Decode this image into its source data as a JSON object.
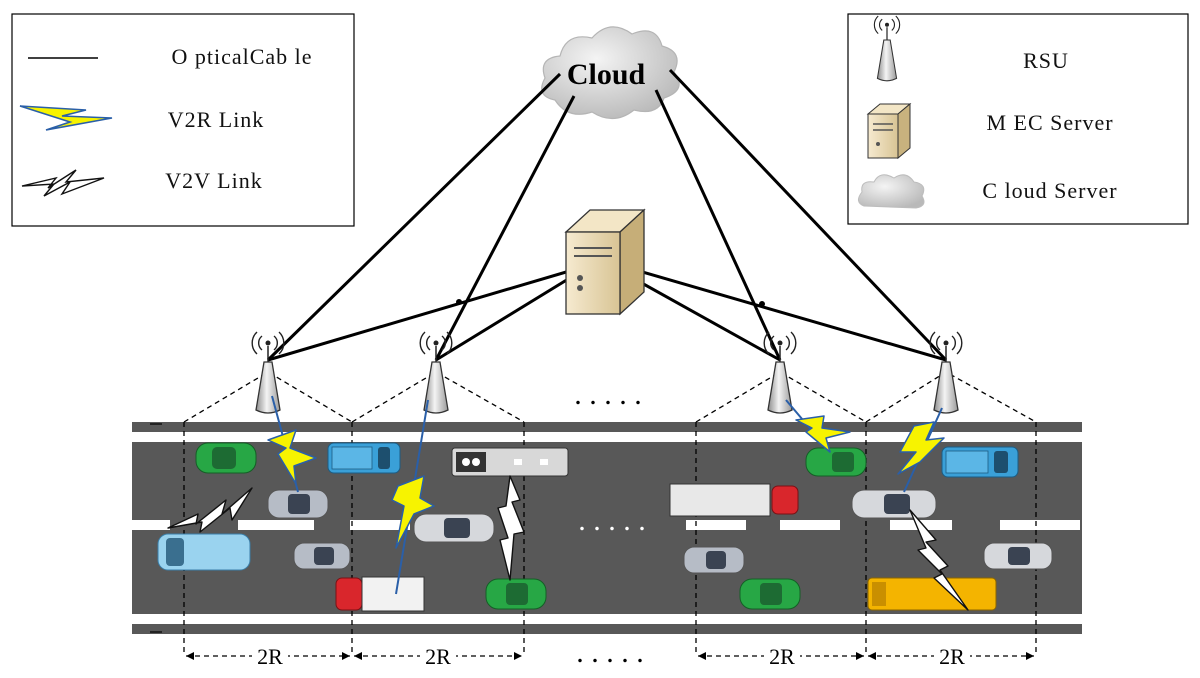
{
  "legend_left": {
    "items": [
      {
        "icon": "optical-cable-line",
        "label": "O pticalCab le"
      },
      {
        "icon": "v2r-lightning-icon",
        "label": "V2R Link"
      },
      {
        "icon": "v2v-lightning-icon",
        "label": "V2V Link"
      }
    ]
  },
  "legend_right": {
    "items": [
      {
        "icon": "rsu-antenna-icon",
        "label": "RSU"
      },
      {
        "icon": "mec-server-icon",
        "label": "M EC Server"
      },
      {
        "icon": "cloud-server-icon",
        "label": "C loud Server"
      }
    ]
  },
  "cloud": {
    "label": "Cloud"
  },
  "ellipsis": {
    "symbol": ". . . . ."
  },
  "distance": {
    "label": "2R"
  },
  "colors": {
    "road": "#585858",
    "cloud": "#c9c9c9",
    "v2r_link": "#f7f300",
    "v2r_link_edge": "#2a5fa8",
    "server": "#e9d9b0",
    "green_car": "#27a745",
    "blue_car": "#3aa0d8",
    "yellow_bus": "#f4b400",
    "red_cab": "#d9262c"
  }
}
